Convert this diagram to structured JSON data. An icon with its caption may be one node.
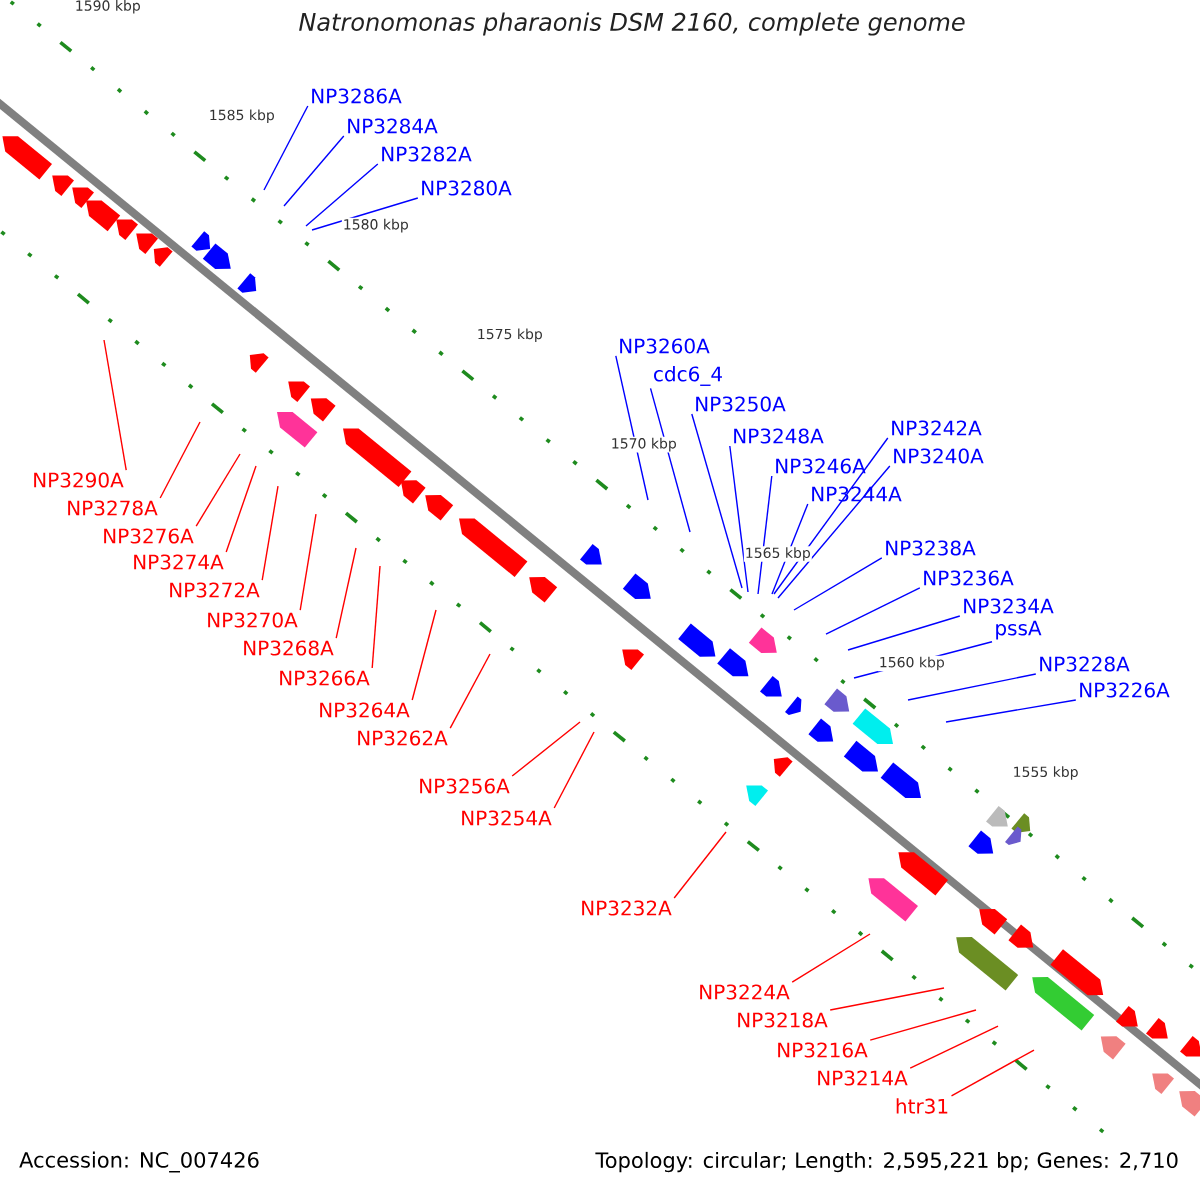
{
  "diagram": {
    "title": "Natronomonas pharaonis DSM 2160, complete genome",
    "nodes": [
      {
        "text": [
          "NP3286A"
        ]
      },
      {
        "text": [
          "NP3284A"
        ]
      },
      {
        "text": [
          "NP3282A"
        ]
      },
      {
        "text": [
          "NP3280A"
        ]
      },
      {
        "text": [
          "NP3260A"
        ]
      },
      {
        "text": [
          "cdc6_4"
        ]
      },
      {
        "text": [
          "NP3250A"
        ]
      },
      {
        "text": [
          "NP3248A"
        ]
      },
      {
        "text": [
          "NP3246A"
        ]
      },
      {
        "text": [
          "NP3244A"
        ]
      },
      {
        "text": [
          "NP3242A"
        ]
      },
      {
        "text": [
          "NP3240A"
        ]
      },
      {
        "text": [
          "NP3238A"
        ]
      },
      {
        "text": [
          "NP3236A"
        ]
      },
      {
        "text": [
          "NP3234A"
        ]
      },
      {
        "text": [
          "pssA"
        ]
      },
      {
        "text": [
          "NP3228A"
        ]
      },
      {
        "text": [
          "NP3226A"
        ]
      },
      {
        "text": [
          "NP3290A"
        ]
      },
      {
        "text": [
          "NP3278A"
        ]
      },
      {
        "text": [
          "NP3276A"
        ]
      },
      {
        "text": [
          "NP3274A"
        ]
      },
      {
        "text": [
          "NP3272A"
        ]
      },
      {
        "text": [
          "NP3270A"
        ]
      },
      {
        "text": [
          "NP3268A"
        ]
      },
      {
        "text": [
          "NP3266A"
        ]
      },
      {
        "text": [
          "NP3264A"
        ]
      },
      {
        "text": [
          "NP3262A"
        ]
      },
      {
        "text": [
          "NP3256A"
        ]
      },
      {
        "text": [
          "NP3254A"
        ]
      },
      {
        "text": [
          "NP3232A"
        ]
      },
      {
        "text": [
          "NP3224A"
        ]
      },
      {
        "text": [
          "NP3218A"
        ]
      },
      {
        "text": [
          "NP3216A"
        ]
      },
      {
        "text": [
          "NP3214A"
        ]
      },
      {
        "text": [
          "htr31"
        ]
      }
    ],
    "edges": [
      {
        "from": 0,
        "to": null,
        "arrow": "none",
        "color": "#0000ff"
      },
      {
        "from": 1,
        "to": null,
        "arrow": "none",
        "color": "#0000ff"
      },
      {
        "from": 2,
        "to": null,
        "arrow": "none",
        "color": "#0000ff"
      },
      {
        "from": 3,
        "to": null,
        "arrow": "none",
        "color": "#0000ff"
      },
      {
        "from": 4,
        "to": null,
        "arrow": "none",
        "color": "#0000ff"
      },
      {
        "from": 5,
        "to": null,
        "arrow": "none",
        "color": "#0000ff"
      },
      {
        "from": 6,
        "to": null,
        "arrow": "none",
        "color": "#0000ff"
      },
      {
        "from": 7,
        "to": null,
        "arrow": "none",
        "color": "#0000ff"
      },
      {
        "from": 8,
        "to": null,
        "arrow": "none",
        "color": "#0000ff"
      },
      {
        "from": 9,
        "to": null,
        "arrow": "none",
        "color": "#0000ff"
      },
      {
        "from": 10,
        "to": null,
        "arrow": "none",
        "color": "#0000ff"
      },
      {
        "from": 11,
        "to": null,
        "arrow": "none",
        "color": "#0000ff"
      },
      {
        "from": 12,
        "to": null,
        "arrow": "none",
        "color": "#0000ff"
      },
      {
        "from": 13,
        "to": null,
        "arrow": "none",
        "color": "#0000ff"
      },
      {
        "from": 14,
        "to": null,
        "arrow": "none",
        "color": "#0000ff"
      },
      {
        "from": 15,
        "to": null,
        "arrow": "none",
        "color": "#0000ff"
      },
      {
        "from": 16,
        "to": null,
        "arrow": "none",
        "color": "#0000ff"
      },
      {
        "from": 17,
        "to": null,
        "arrow": "none",
        "color": "#0000ff"
      },
      {
        "from": 18,
        "to": null,
        "arrow": "none",
        "color": "#ff0000"
      },
      {
        "from": 19,
        "to": null,
        "arrow": "none",
        "color": "#ff0000"
      },
      {
        "from": 20,
        "to": null,
        "arrow": "none",
        "color": "#ff0000"
      },
      {
        "from": 21,
        "to": null,
        "arrow": "none",
        "color": "#ff0000"
      },
      {
        "from": 22,
        "to": null,
        "arrow": "none",
        "color": "#ff0000"
      },
      {
        "from": 23,
        "to": null,
        "arrow": "none",
        "color": "#ff0000"
      },
      {
        "from": 24,
        "to": null,
        "arrow": "none",
        "color": "#ff0000"
      },
      {
        "from": 25,
        "to": null,
        "arrow": "none",
        "color": "#ff0000"
      },
      {
        "from": 26,
        "to": null,
        "arrow": "none",
        "color": "#ff0000"
      },
      {
        "from": 27,
        "to": null,
        "arrow": "none",
        "color": "#ff0000"
      },
      {
        "from": 28,
        "to": null,
        "arrow": "none",
        "color": "#ff0000"
      },
      {
        "from": 29,
        "to": null,
        "arrow": "none",
        "color": "#ff0000"
      },
      {
        "from": 30,
        "to": null,
        "arrow": "none",
        "color": "#ff0000"
      },
      {
        "from": 31,
        "to": null,
        "arrow": "none",
        "color": "#ff0000"
      },
      {
        "from": 32,
        "to": null,
        "arrow": "none",
        "color": "#ff0000"
      },
      {
        "from": 33,
        "to": null,
        "arrow": "none",
        "color": "#ff0000"
      },
      {
        "from": 34,
        "to": null,
        "arrow": "none",
        "color": "#ff0000"
      },
      {
        "from": 35,
        "to": null,
        "arrow": "none",
        "color": "#ff0000"
      }
    ],
    "labels": [
      "1590 kbp",
      "1585 kbp",
      "1580 kbp",
      "1575 kbp",
      "1570 kbp",
      "1565 kbp",
      "1560 kbp",
      "1555 kbp",
      "Accession: NC_007426",
      "Topology: circular; Length: 2,595,221 bp; Genes: 2,710"
    ]
  }
}
